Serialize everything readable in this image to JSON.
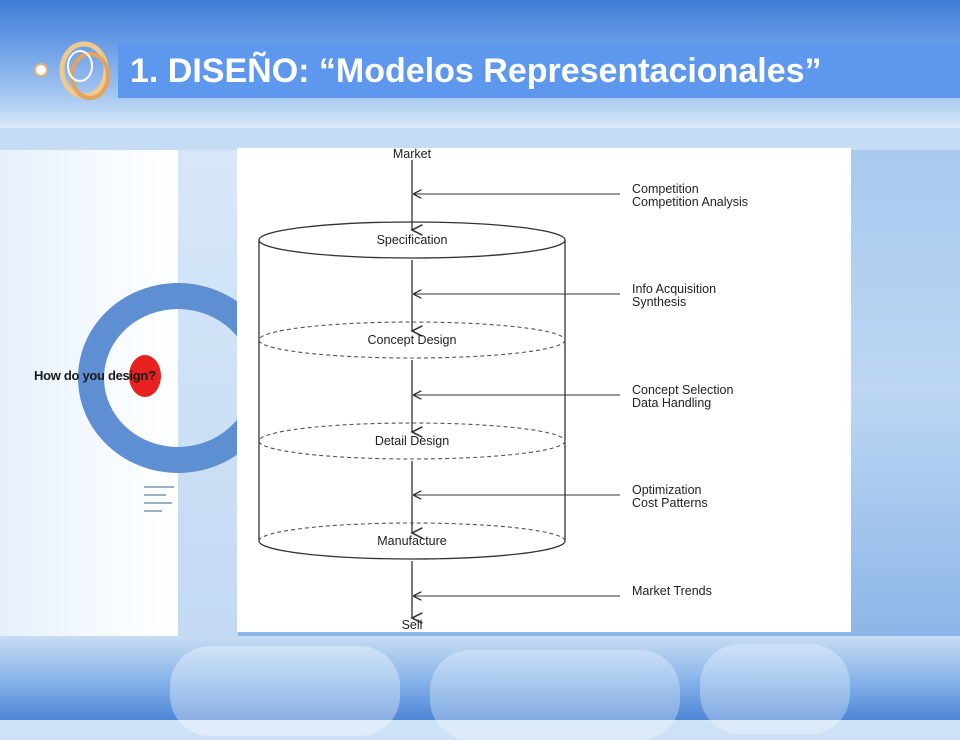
{
  "slide": {
    "title": "1. DISEÑO: “Modelos Representacionales”"
  },
  "left_image": {
    "question": "How do you design?"
  },
  "diagram": {
    "top_label": "Market",
    "bottom_label": "Sell",
    "stages": [
      "Specification",
      "Concept Design",
      "Detail Design",
      "Manufacture"
    ],
    "inputs": [
      {
        "line1": "Competition",
        "line2": "Competition Analysis"
      },
      {
        "line1": "Info Acquisition",
        "line2": "Synthesis"
      },
      {
        "line1": "Concept Selection",
        "line2": "Data Handling"
      },
      {
        "line1": "Optimization",
        "line2": "Cost Patterns"
      },
      {
        "line1": "Market Trends",
        "line2": ""
      }
    ]
  }
}
